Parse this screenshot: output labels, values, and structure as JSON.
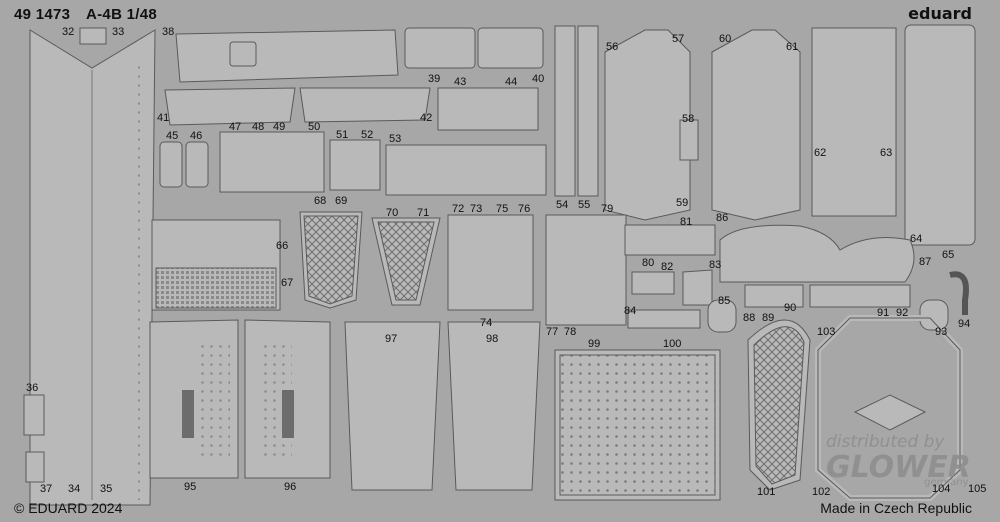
{
  "header": {
    "set_number": "49 1473",
    "title": "A-4B 1/48",
    "brand": "eduard"
  },
  "footer": {
    "copyright": "© EDUARD 2024",
    "origin": "Made in Czech Republic"
  },
  "watermark": {
    "line1": "distributed by",
    "line2": "GLOWER",
    "line3": "germany"
  },
  "part_numbers": [
    "32",
    "33",
    "34",
    "35",
    "36",
    "37",
    "38",
    "39",
    "40",
    "41",
    "42",
    "43",
    "44",
    "45",
    "46",
    "47",
    "48",
    "49",
    "50",
    "51",
    "52",
    "53",
    "54",
    "55",
    "56",
    "57",
    "58",
    "59",
    "60",
    "61",
    "62",
    "63",
    "64",
    "65",
    "66",
    "67",
    "68",
    "69",
    "70",
    "71",
    "72",
    "73",
    "74",
    "75",
    "76",
    "77",
    "78",
    "79",
    "80",
    "81",
    "82",
    "83",
    "84",
    "85",
    "86",
    "87",
    "88",
    "89",
    "90",
    "91",
    "92",
    "93",
    "94",
    "95",
    "96",
    "97",
    "98",
    "99",
    "100",
    "101",
    "102",
    "103",
    "104",
    "105"
  ],
  "colors": {
    "sheet": "#a7a7a7",
    "part": "#b9b9b9",
    "outline": "#555555",
    "text": "#111111"
  }
}
